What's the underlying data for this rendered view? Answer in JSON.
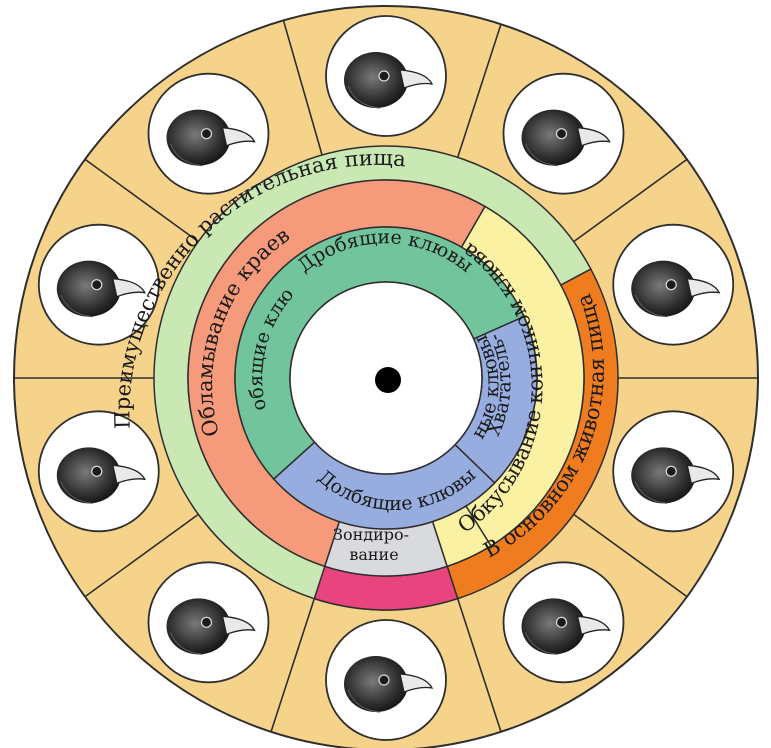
{
  "diagram": {
    "colors": {
      "outer_ring": "#f6d38b",
      "plant_band": "#c9e8b4",
      "animal_band": "#ef7d1f",
      "crushing_band": "#f69a7c",
      "biting_band": "#fbf1a3",
      "probing_band": "#d9dadd",
      "pink_band": "#e8457f",
      "crushing_beak": "#72c49c",
      "grasping_beak": "#97acdf",
      "pecking_beak": "#97acdf",
      "center": "#ffffff",
      "stroke": "#2e2e2e"
    },
    "diet_labels": {
      "plant": "Преимущественно растительная пища",
      "animal": "В основном животная пища"
    },
    "feeding_labels": {
      "breaking": "Обламывание краев",
      "biting": "Обкусывание кончиком клюва",
      "probing_line1": "Зондиро-",
      "probing_line2": "вание"
    },
    "beak_labels": {
      "crushing_top": "Дробящие клювы",
      "crushing_side": "Дробящие клювы",
      "grasping_line1": "Хвататель-",
      "grasping_line2": "ные клювы",
      "pecking": "Долбящие клювы"
    },
    "bird_icons": [
      "bird-head-icon",
      "bird-head-icon",
      "bird-head-icon",
      "bird-head-icon",
      "bird-head-icon",
      "bird-head-icon",
      "bird-head-icon",
      "bird-head-icon",
      "bird-head-icon",
      "bird-head-icon"
    ]
  }
}
